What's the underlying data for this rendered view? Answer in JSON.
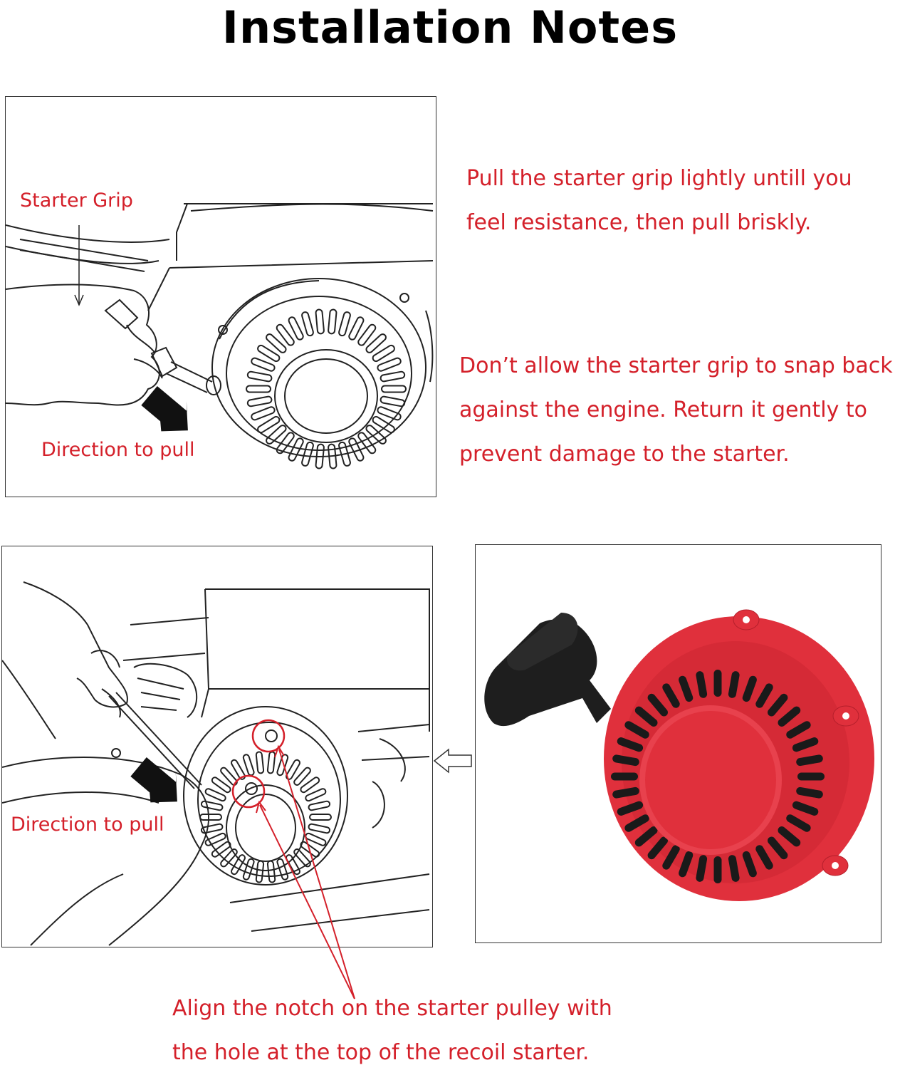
{
  "title": "Installation Notes",
  "panel1": {
    "starter_grip_label": "Starter Grip",
    "direction_label": "Direction to pull"
  },
  "notes": {
    "note1": [
      "Pull the starter grip lightly untill you",
      "feel resistance, then pull briskly."
    ],
    "note2": [
      "Don’t allow the starter grip to snap back",
      "against the engine. Return it gently to",
      "prevent damage to the starter."
    ],
    "note3": [
      "Align the notch on the starter pulley with",
      "the hole at the top of the recoil starter."
    ]
  },
  "panel2": {
    "direction_label": "Direction to pull"
  },
  "colors": {
    "accent_red": "#d4202a",
    "starter_red": "#e0303c",
    "grip_black": "#1e1e1e"
  }
}
